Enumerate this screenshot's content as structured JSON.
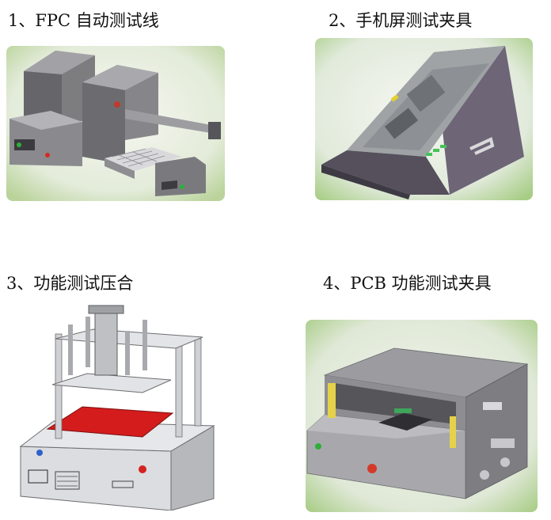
{
  "items": [
    {
      "caption": "1、FPC 自动测试线",
      "illustration": "fpc-automatic-test-line"
    },
    {
      "caption": "2、手机屏测试夹具",
      "illustration": "phone-screen-test-fixture"
    },
    {
      "caption": "3、功能测试压合",
      "illustration": "functional-test-press"
    },
    {
      "caption": "4、PCB 功能测试夹具",
      "illustration": "pcb-functional-test-fixture"
    }
  ]
}
